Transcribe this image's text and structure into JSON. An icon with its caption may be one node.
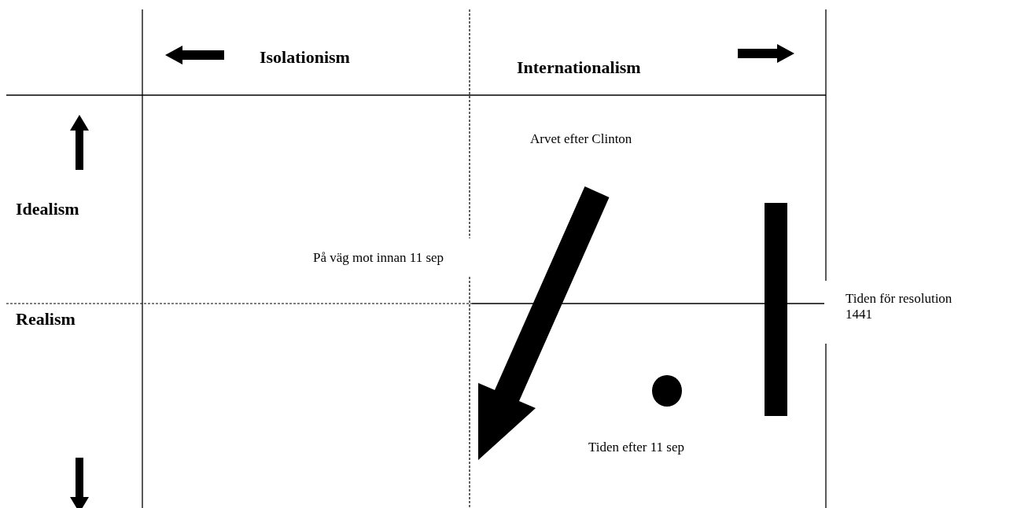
{
  "diagram": {
    "nodes": [
      {
        "text": [],
        "shape": "bar"
      },
      {
        "text": [],
        "shape": "circle"
      }
    ],
    "labels": [
      "Isolationism",
      "Internationalism",
      "Arvet efter Clinton",
      "Idealism",
      "På väg mot innan 11 sep",
      "Tiden för resolution 1441",
      "Realism",
      "Tiden efter 11 sep"
    ]
  }
}
